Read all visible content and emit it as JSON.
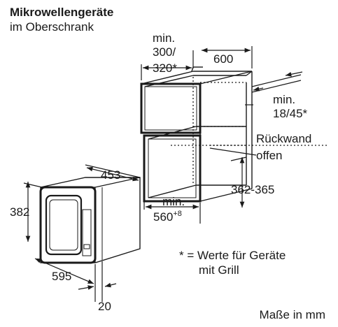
{
  "title": "Mikrowellengeräte",
  "subtitle": "im Oberschrank",
  "dimensions": {
    "top_min_l1": "min.",
    "top_min_l2": "300/",
    "top_min_l3": "320*",
    "width_600": "600",
    "right_min_l1": "min.",
    "right_min_l2": "18/45*",
    "rueckwand_l1": "Rückwand",
    "rueckwand_l2": "offen",
    "height_362_365": "362-365",
    "bottom_min_l1": "min.",
    "bottom_min_l2": "560",
    "bottom_min_sup": "+8",
    "device_453": "453",
    "device_382": "382",
    "device_595": "595",
    "device_20": "20"
  },
  "note": {
    "line1": "* = Werte für Geräte",
    "line2": "mit Grill"
  },
  "footer": "Maße in mm"
}
